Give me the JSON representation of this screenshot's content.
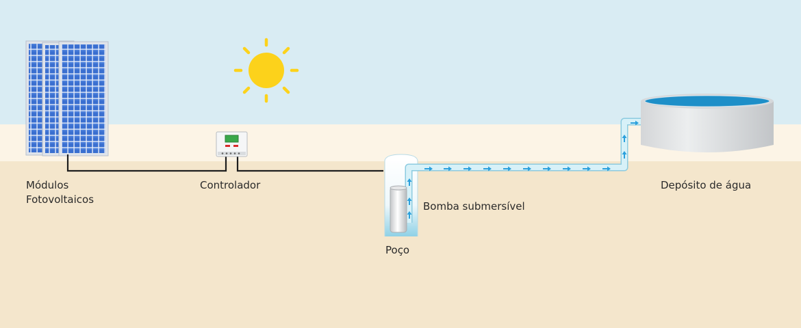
{
  "labels": {
    "modules_line1": "Módulos",
    "modules_line2": "Fotovoltaicos",
    "controller": "Controlador",
    "pump": "Bomba submersível",
    "well": "Poço",
    "tank": "Depósito de água"
  },
  "colors": {
    "sky": "#d9ecf3",
    "horizon": "#fcf4e6",
    "ground": "#f4e6cc",
    "sun": "#fcd21b",
    "panel_cell": "#3a6fd0",
    "wire": "#1e1e1e",
    "pipe_water": "#c9ecf6",
    "flow_arrow": "#2ba0dc",
    "tank_water": "#1e8fc8"
  },
  "icons": {
    "sun": "sun-icon",
    "panels": "solar-panel-icon",
    "controller": "charge-controller-icon",
    "pump": "submersible-pump-icon",
    "tank": "water-tank-icon",
    "flow": "flow-arrow-icon"
  }
}
